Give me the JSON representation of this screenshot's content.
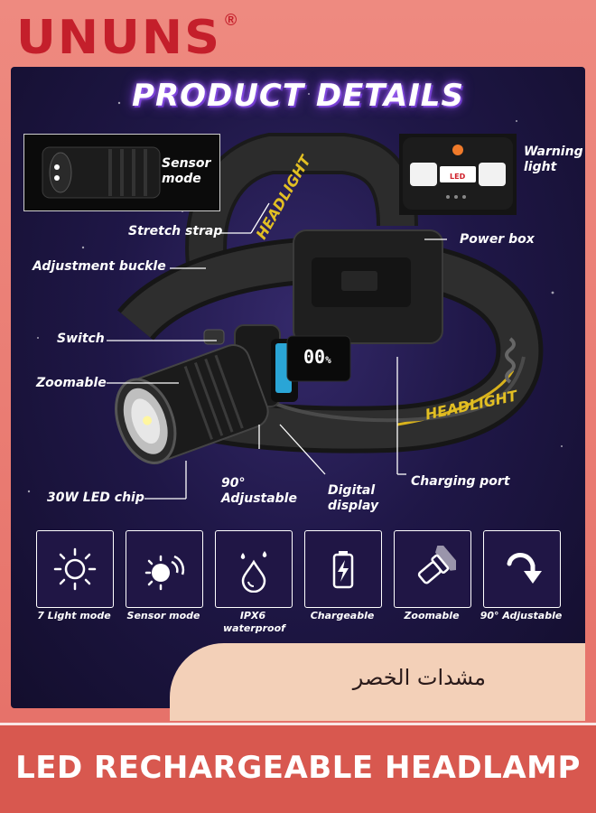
{
  "brand": {
    "name": "UNUNS",
    "registered": "®",
    "color": "#c41f2b"
  },
  "headline": "PRODUCT DETAILS",
  "callouts": {
    "sensor_mode": "Sensor mode",
    "warning_light": "Warning light",
    "stretch_strap": "Stretch strap",
    "power_box": "Power box",
    "adjustment_buckle": "Adjustment buckle",
    "switch": "Switch",
    "zoomable": "Zoomable",
    "led_chip": "30W LED chip",
    "adjustable_90": "90° Adjustable",
    "digital_display": "Digital display",
    "charging_port": "Charging port"
  },
  "product_prints": {
    "strap_text_top": "HEADLIGHT",
    "strap_text_side": "HEADLIGHT",
    "box_label": "LED",
    "display_value": "00",
    "display_unit": "%"
  },
  "features": [
    {
      "icon": "sun-icon",
      "label": "7 Light mode"
    },
    {
      "icon": "sensor-icon",
      "label": "Sensor mode"
    },
    {
      "icon": "water-drop-icon",
      "label": "IPX6 waterproof"
    },
    {
      "icon": "battery-icon",
      "label": "Chargeable"
    },
    {
      "icon": "zoom-flashlight-icon",
      "label": "Zoomable"
    },
    {
      "icon": "rotate-arrow-icon",
      "label": "90° Adjustable"
    }
  ],
  "arabic_title": "مشدات الخصر",
  "footer_title": "LED RECHARGEABLE HEADLAMP",
  "colors": {
    "panel": "#1f1747",
    "accent_glow": "#a970ff",
    "background": "#e97a71",
    "footer": "#d8584f"
  }
}
